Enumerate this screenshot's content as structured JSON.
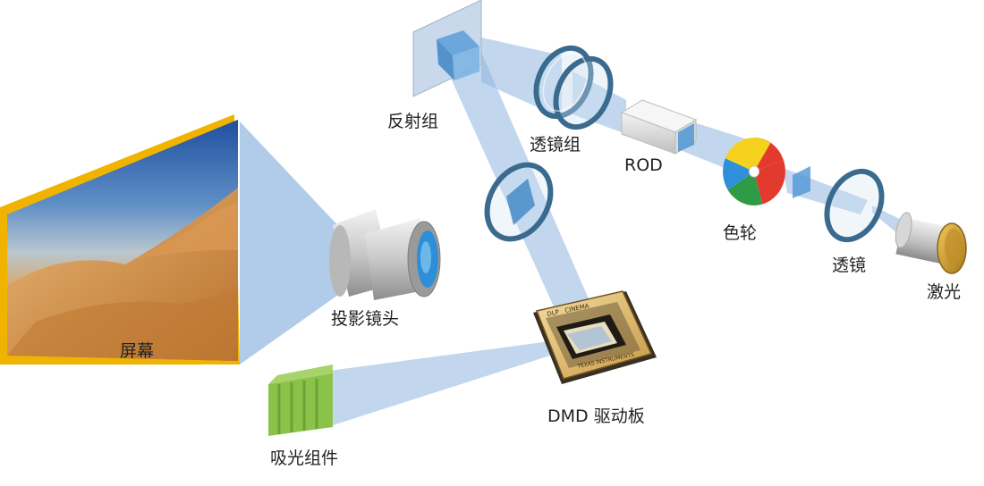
{
  "labels": {
    "reflector_group": "反射组",
    "lens_group": "透镜组",
    "rod": "ROD",
    "color_wheel": "色轮",
    "lens": "透镜",
    "laser": "激光",
    "projection_lens": "投影镜头",
    "screen": "屏幕",
    "dmd_board": "DMD 驱动板",
    "light_absorber": "吸光组件"
  },
  "chip_text": {
    "brand": "CINEMA",
    "maker": "TEXAS INSTRUMENTS",
    "logo": "DLP"
  },
  "colors": {
    "beam": "#8fb6e0",
    "lens_ring": "#3a6b8e",
    "wheel_red": "#e23b2e",
    "wheel_green": "#2e9b46",
    "wheel_blue": "#2f8fd8",
    "wheel_yellow": "#f4d21d",
    "screen_frame": "#f0b400",
    "absorber": "#8bc34a"
  }
}
